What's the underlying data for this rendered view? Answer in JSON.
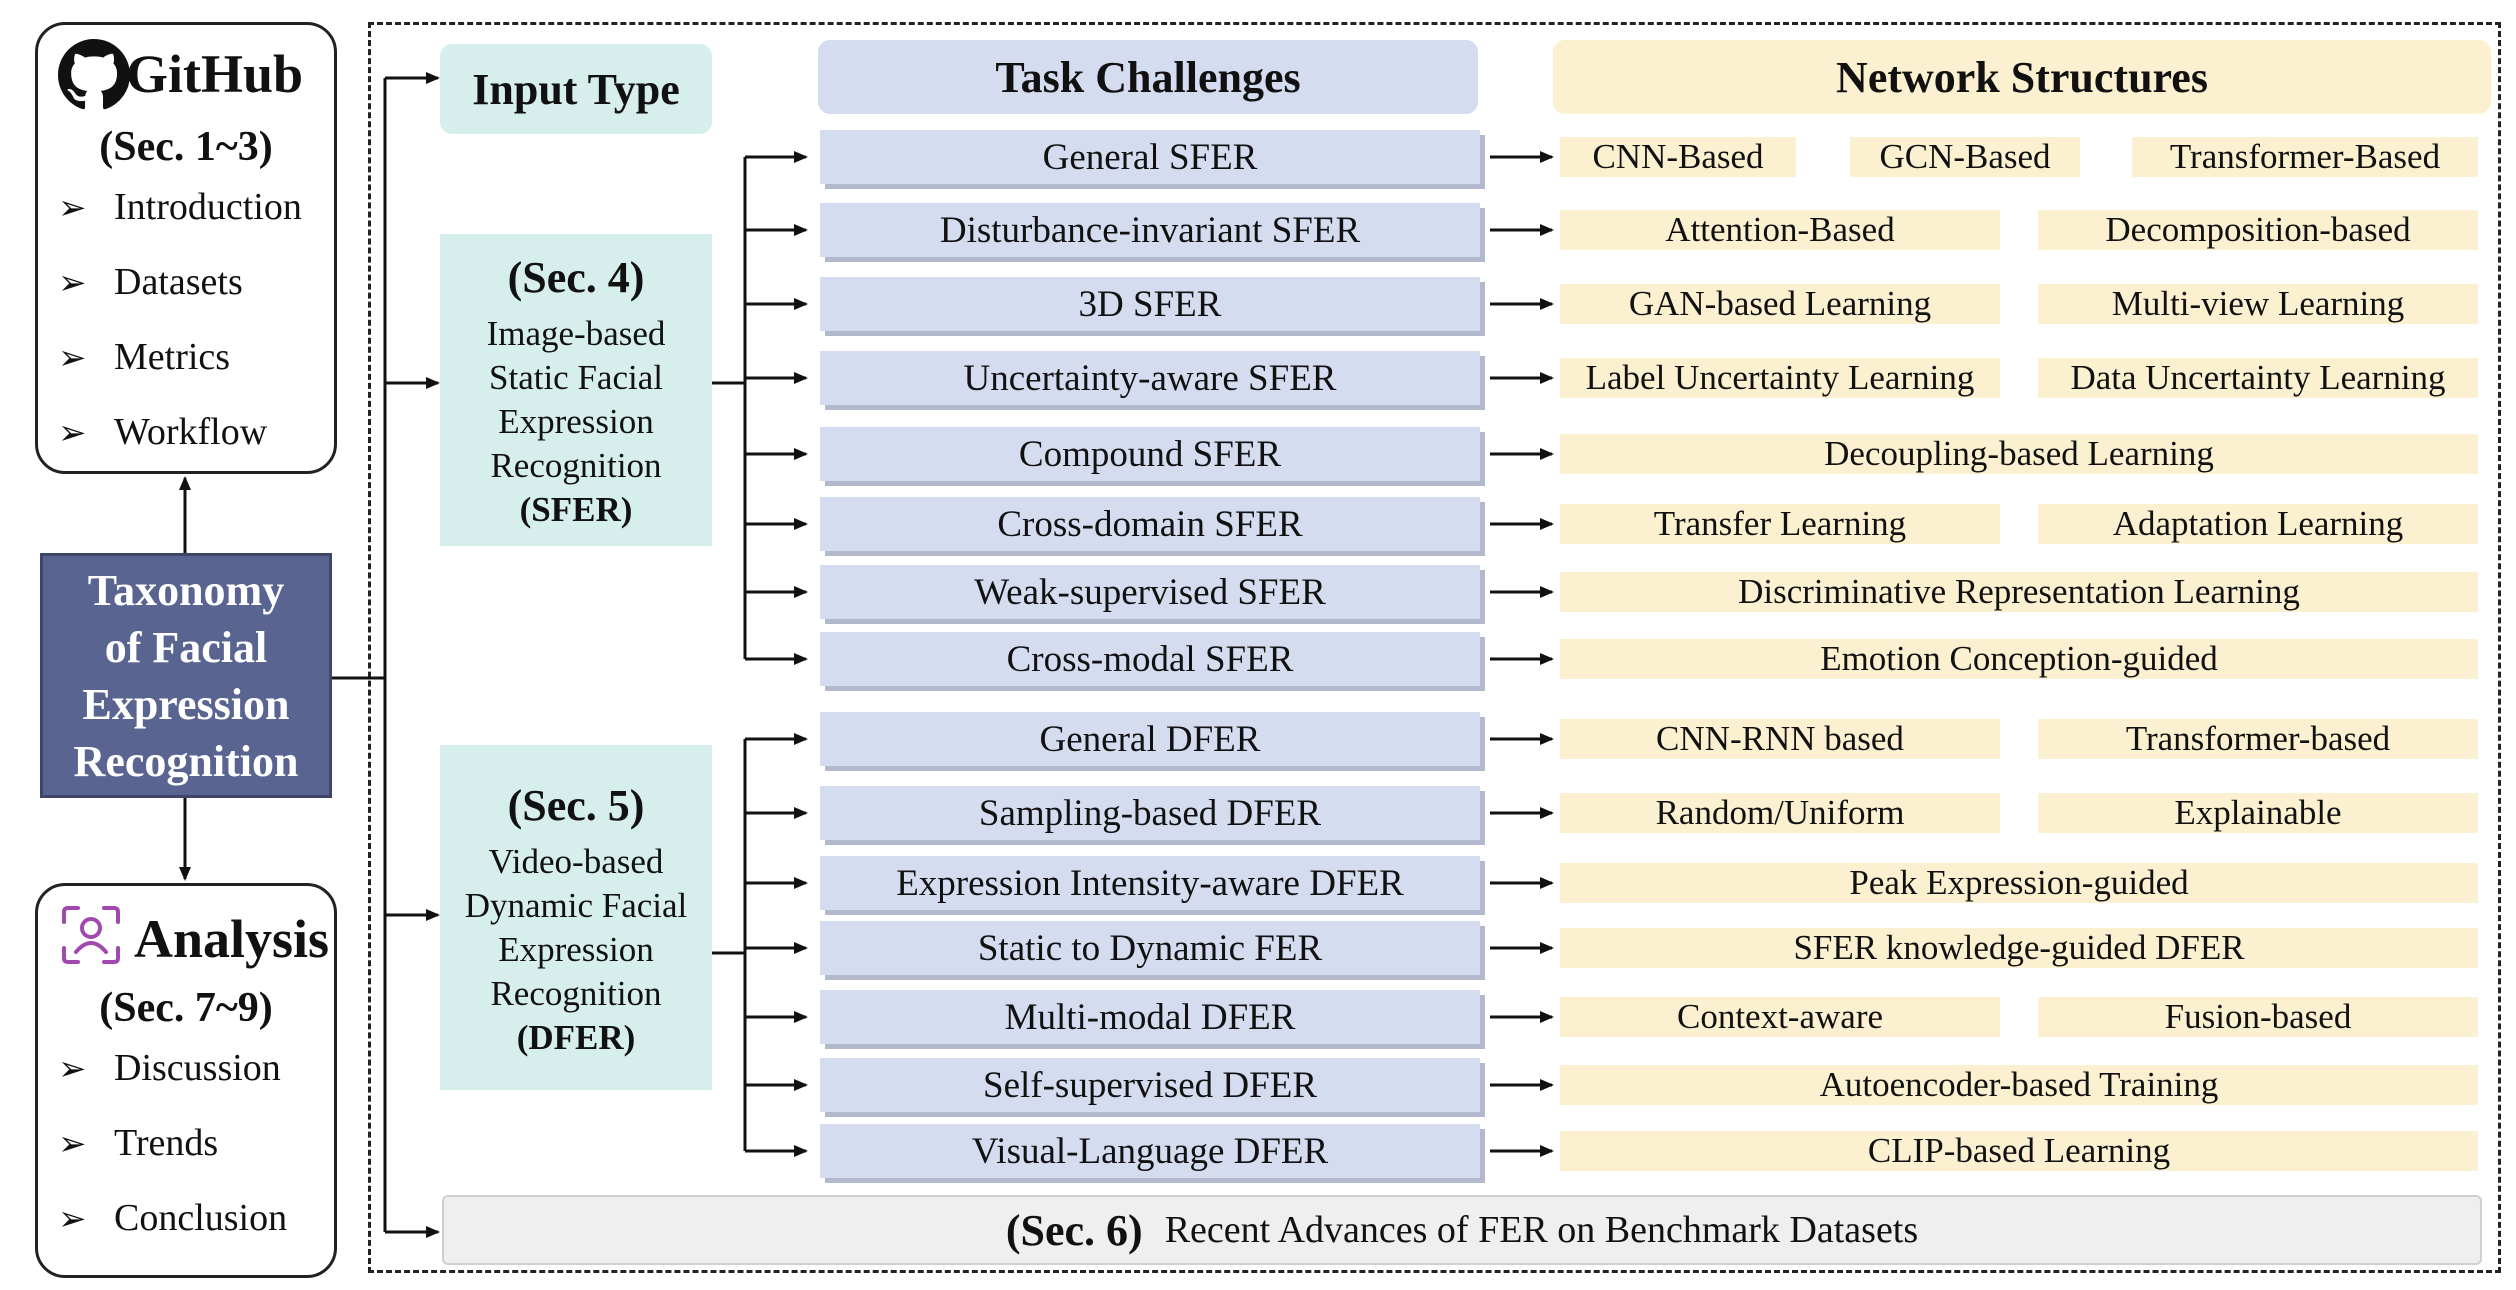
{
  "github": {
    "icon": "github-logo-icon",
    "title": "GitHub",
    "section": "(Sec. 1~3)",
    "items": [
      "Introduction",
      "Datasets",
      "Metrics",
      "Workflow"
    ]
  },
  "center": {
    "lines": [
      "Taxonomy",
      "of Facial",
      "Expression",
      "Recognition"
    ],
    "color": "#5a6490"
  },
  "analysis": {
    "icon": "person-focus-icon",
    "title": "Analysis",
    "section": "(Sec. 7~9)",
    "items": [
      "Discussion",
      "Trends",
      "Conclusion"
    ]
  },
  "bullet": "➢",
  "headers": {
    "input_type": "Input Type",
    "task_challenges": "Task Challenges",
    "network_structures": "Network Structures"
  },
  "sfer_box": {
    "section": "(Sec. 4)",
    "lines": [
      "Image-based",
      "Static Facial",
      "Expression",
      "Recognition"
    ],
    "abbr": "(SFER)"
  },
  "dfer_box": {
    "section": "(Sec. 5)",
    "lines": [
      "Video-based",
      "Dynamic Facial",
      "Expression",
      "Recognition"
    ],
    "abbr": "(DFER)"
  },
  "sfer_tasks": [
    {
      "label": "General SFER",
      "structures": [
        "CNN-Based",
        "GCN-Based",
        "Transformer-Based"
      ]
    },
    {
      "label": "Disturbance-invariant SFER",
      "structures": [
        "Attention-Based",
        "Decomposition-based"
      ]
    },
    {
      "label": "3D SFER",
      "structures": [
        "GAN-based Learning",
        "Multi-view Learning"
      ]
    },
    {
      "label": "Uncertainty-aware SFER",
      "structures": [
        "Label Uncertainty Learning",
        "Data Uncertainty Learning"
      ]
    },
    {
      "label": "Compound SFER",
      "structures": [
        "Decoupling-based  Learning"
      ]
    },
    {
      "label": "Cross-domain SFER",
      "structures": [
        "Transfer Learning",
        "Adaptation Learning"
      ]
    },
    {
      "label": "Weak-supervised SFER",
      "structures": [
        "Discriminative Representation Learning"
      ]
    },
    {
      "label": "Cross-modal SFER",
      "structures": [
        "Emotion Conception-guided"
      ]
    }
  ],
  "dfer_tasks": [
    {
      "label": "General DFER",
      "structures": [
        "CNN-RNN based",
        "Transformer-based"
      ]
    },
    {
      "label": "Sampling-based DFER",
      "structures": [
        "Random/Uniform",
        "Explainable"
      ]
    },
    {
      "label": "Expression Intensity-aware DFER",
      "structures": [
        "Peak Expression-guided"
      ]
    },
    {
      "label": "Static to Dynamic FER",
      "structures": [
        "SFER knowledge-guided DFER"
      ]
    },
    {
      "label": "Multi-modal DFER",
      "structures": [
        "Context-aware",
        "Fusion-based"
      ]
    },
    {
      "label": "Self-supervised DFER",
      "structures": [
        "Autoencoder-based Training"
      ]
    },
    {
      "label": "Visual-Language DFER",
      "structures": [
        "CLIP-based Learning"
      ]
    }
  ],
  "bottom": {
    "section": "(Sec. 6)",
    "text": "Recent Advances of FER on Benchmark Datasets"
  },
  "colors": {
    "input_bg": "#d6efec",
    "task_bg": "#d5dcf0",
    "network_bg": "#fbf1d0",
    "center_bg": "#5a6490"
  }
}
